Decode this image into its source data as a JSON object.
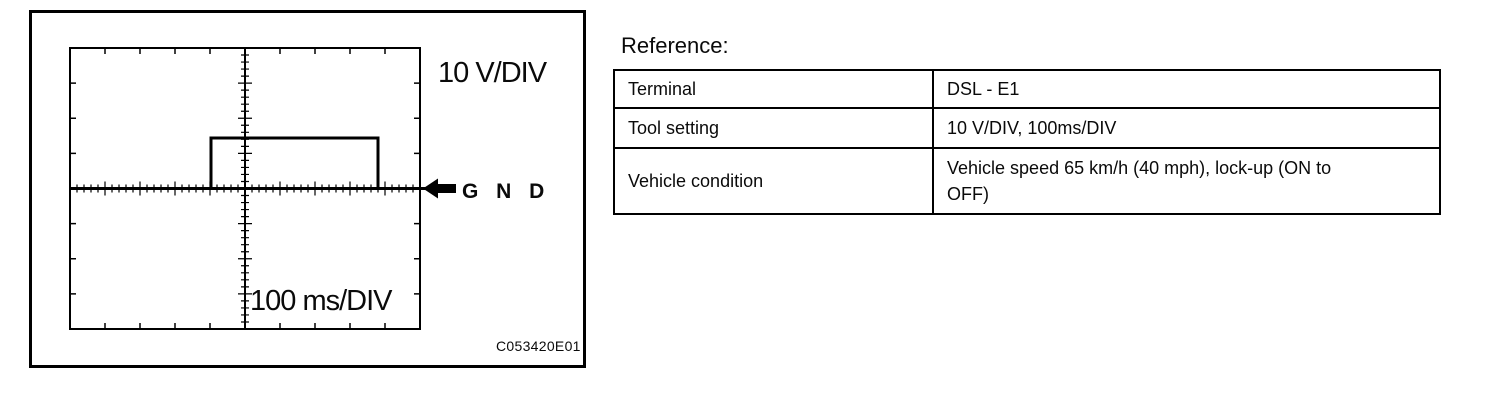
{
  "scope": {
    "volt_label": "10 V/DIV",
    "time_label": "100 ms/DIV",
    "gnd_label": "G N D",
    "figure_code": "C053420E01"
  },
  "reference": {
    "heading": "Reference:",
    "rows": [
      {
        "label": "Terminal",
        "value": "DSL - E1"
      },
      {
        "label": "Tool setting",
        "value": "10 V/DIV, 100ms/DIV"
      },
      {
        "label": "Vehicle condition",
        "value": "Vehicle speed 65 km/h (40 mph), lock-up (ON to OFF)"
      }
    ]
  },
  "chart_data": {
    "type": "line",
    "title": "DSL - E1 oscilloscope waveform",
    "y_scale": "10 V/DIV",
    "x_scale": "100 ms/DIV",
    "baseline": "GND",
    "grid_divisions": {
      "x": 10,
      "y": 8
    },
    "series": [
      {
        "name": "DSL signal (divisions relative to screen center)",
        "points_div": [
          [
            -5,
            0
          ],
          [
            -0.95,
            0
          ],
          [
            -0.95,
            1.4
          ],
          [
            3.85,
            1.4
          ],
          [
            3.85,
            0
          ],
          [
            5,
            0
          ]
        ]
      }
    ],
    "annotations": [
      "10 V/DIV",
      "100 ms/DIV",
      "GND",
      "C053420E01"
    ]
  }
}
